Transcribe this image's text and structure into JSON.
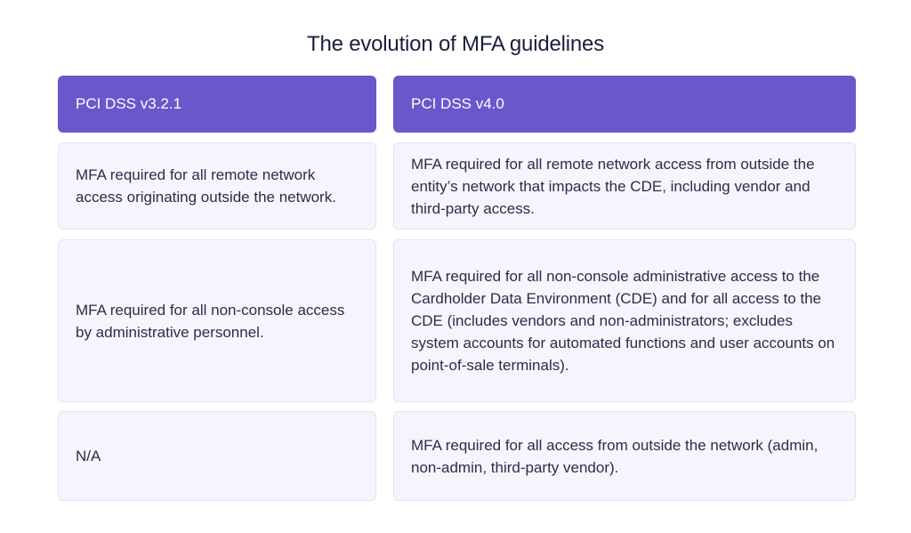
{
  "title": "The evolution of MFA guidelines",
  "columns": [
    {
      "header": "PCI DSS v3.2.1"
    },
    {
      "header": "PCI DSS v4.0"
    }
  ],
  "rows": [
    {
      "v321": "MFA required for all remote network access originating outside the network.",
      "v40": "MFA required for all remote network access from outside the entity’s network that impacts the CDE, including vendor and third-party access."
    },
    {
      "v321": "MFA required for all non-console access by administrative personnel.",
      "v40": "MFA required for all non-console administrative access to the Cardholder Data Environment (CDE) and for all access to the CDE (includes vendors and non-administrators; excludes system accounts for automated functions and user accounts on point-of-sale terminals)."
    },
    {
      "v321": "N/A",
      "v40": "MFA required for all access from outside the network (admin, non-admin, third-party vendor)."
    }
  ],
  "colors": {
    "header_bg": "#6a57cc",
    "cell_bg": "#f6f5fd",
    "cell_border": "#e3e1f4",
    "title_text": "#1a1f3c"
  }
}
